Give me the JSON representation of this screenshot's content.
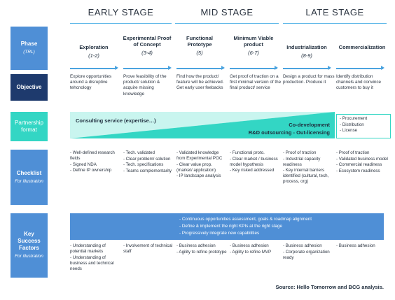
{
  "stages": [
    "EARLY STAGE",
    "MID STAGE",
    "LATE STAGE"
  ],
  "rows": {
    "phase": {
      "label": "Phase",
      "sub": "(TRL)"
    },
    "objective": {
      "label": "Objective"
    },
    "partnership": {
      "label": "Partnership format"
    },
    "checklist": {
      "label": "Checklist",
      "sub": "For illustration"
    },
    "ksf": {
      "label": "Key Success Factors",
      "sub": "For illustration"
    }
  },
  "phases": [
    {
      "title": "Exploration",
      "trl": "(1-2)"
    },
    {
      "title": "Experimental Proof of Concept",
      "trl": "(3-4)"
    },
    {
      "title": "Functional Prototype",
      "trl": "(5)"
    },
    {
      "title": "Minimum Viable product",
      "trl": "(6-7)"
    },
    {
      "title": "Industrialization",
      "trl": "(8-9)"
    },
    {
      "title": "Commercialization",
      "trl": ""
    }
  ],
  "objectives": [
    "Explore opportunities around a disruptive tehcnology",
    "Prove feasibility of the product/ solution & acquire missing knowledge",
    "Find how the product/ feature will be achieved. Get early user feebacks",
    "Get proof of traction on a first minimal version of the final product/ service",
    "Design a product for mass production. Produce it",
    "Identify distribution channels and convince customers to buy it"
  ],
  "partnership": {
    "consulting": "Consulting service (expertise…)",
    "codev": "Co-development",
    "rnd": "R&D outsourcing - Out-licensing",
    "late": [
      "- Procurement",
      "- Distribution",
      "- License"
    ]
  },
  "checklist": [
    [
      "- Well-defined research fields",
      "- Signed NDA",
      "- Define IP ownership"
    ],
    [
      "- Tech. validated",
      "- Clear problem/ solution",
      "- Tech. specifications",
      "- Teams complementarity"
    ],
    [
      "- Validated knowledge from Experimental POC",
      "- Clear value prop. (market/ application)",
      "- IP landscape analysis"
    ],
    [
      "- Functional proto.",
      "- Clear market / business model hypothesis",
      "- Key risked addressed"
    ],
    [
      "- Proof of traction",
      "- Industrial capacity readiness",
      "- Key internal barriers identified (cultural, tech, process, org)"
    ],
    [
      "- Proof of traction",
      "- Validated business model",
      "- Commercial readiness",
      "- Ecosystem readiness"
    ]
  ],
  "ksf_banner": [
    "- Continuous opportunities assessment, goals & roadmap alignment",
    "- Define & implement the right KPIs at the right stage",
    "- Progressively integrate new capabilities"
  ],
  "ksf": [
    [
      "- Understanding of potential markets",
      "- Understanding of business and technical needs"
    ],
    [
      "- Involvement of technical staff"
    ],
    [
      "- Business adhesion",
      "- Agility to refine prototype"
    ],
    [
      "- Business adhesion",
      "- Agility to refine MVP"
    ],
    [
      "- Business adhesion",
      "- Corporate organization ready"
    ],
    [
      "- Business adhesion"
    ]
  ],
  "source": "Source: Hello Tomorrow and BCG analysis.",
  "colors": {
    "phase_label": "#4f8fd6",
    "objective_label": "#1e3a6d",
    "partnership_label": "#33d6c4",
    "checklist_label": "#4f8fd6",
    "ksf_label": "#4f8fd6",
    "accent_line": "#5fb8e8"
  }
}
